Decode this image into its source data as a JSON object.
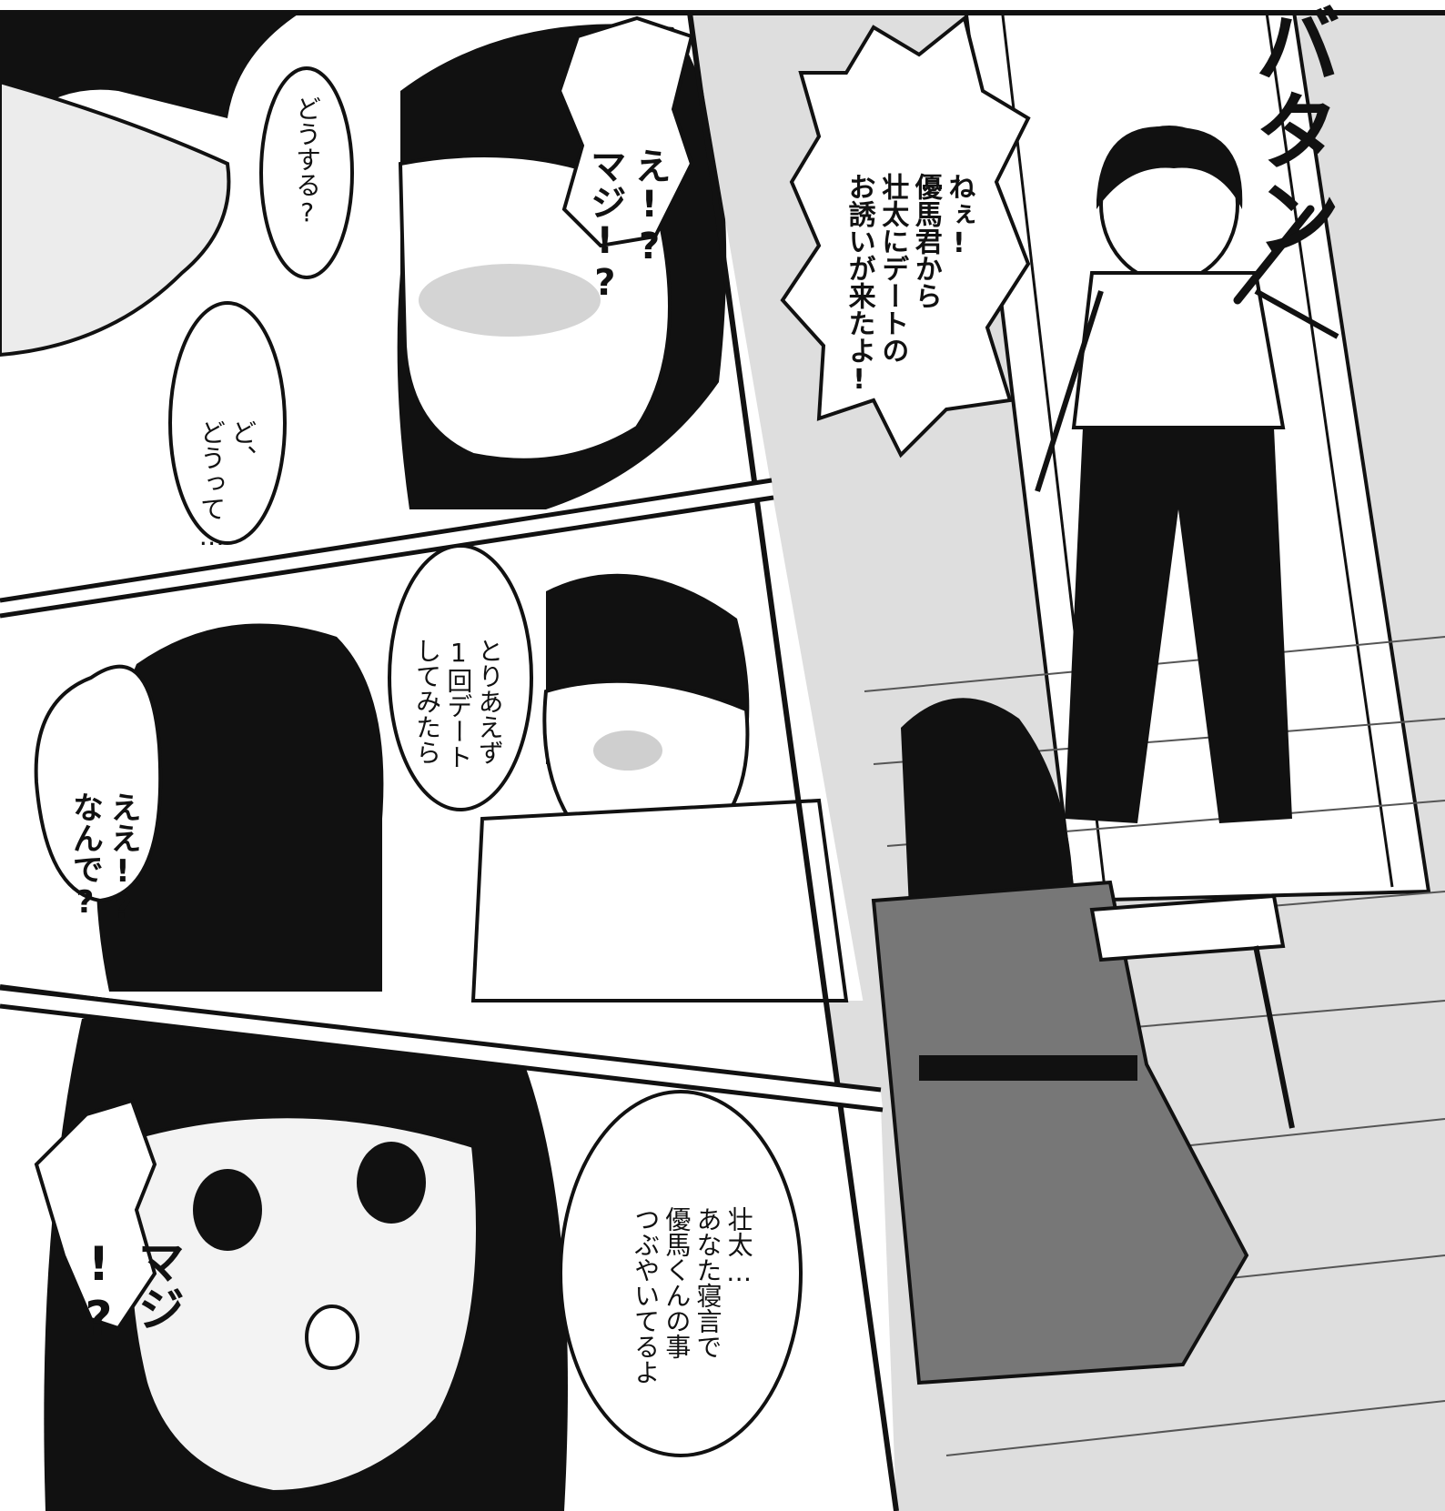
{
  "panels": {
    "p1": {
      "bubbles": [
        {
          "id": "do-suru",
          "lines": [
            "どうする?"
          ]
        },
        {
          "id": "e-maji",
          "lines": [
            "え!?",
            "マジ!?"
          ]
        },
        {
          "id": "do-dotte",
          "lines": [
            "ど、",
            "どうって…"
          ]
        }
      ]
    },
    "p2": {
      "bubbles": [
        {
          "id": "toriaezu",
          "lines": [
            "とりあえず",
            "1回デート",
            "してみたら"
          ]
        },
        {
          "id": "ee-nande",
          "lines": [
            "ええ!?",
            "なんで?"
          ]
        }
      ]
    },
    "p3": {
      "bubbles": [
        {
          "id": "maji-shout",
          "lines": [
            "マジ",
            "!?"
          ]
        },
        {
          "id": "sota-negoto",
          "lines": [
            "壮太…",
            "あなた寝言で",
            "優馬くんの事",
            "つぶやいてるよ"
          ]
        }
      ]
    },
    "p4": {
      "sfx": "バタン",
      "bubbles": [
        {
          "id": "nee-yuma",
          "lines": [
            "ねぇ!",
            "優馬君から",
            "壮太にデートの",
            "お誘いが来たよ!"
          ]
        }
      ]
    }
  },
  "colors": {
    "ink": "#111111",
    "screentone": "#dedede",
    "tone_dark": "#777777",
    "paper": "#ffffff"
  }
}
